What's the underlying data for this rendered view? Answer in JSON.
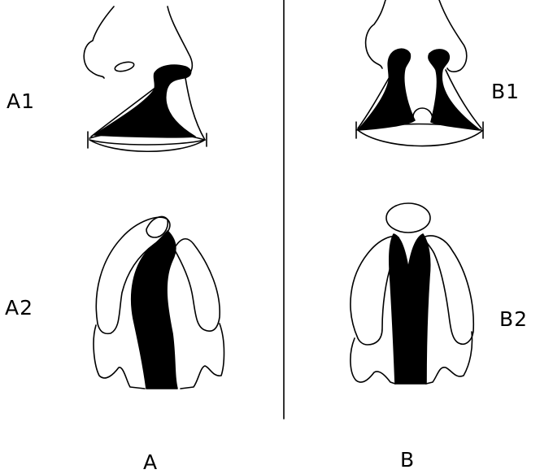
{
  "labels": {
    "a1": "A1",
    "b1": "B1",
    "a2": "A2",
    "b2": "B2",
    "a": "A",
    "b": "B"
  },
  "colors": {
    "ink": "#000000",
    "paper": "#ffffff"
  }
}
